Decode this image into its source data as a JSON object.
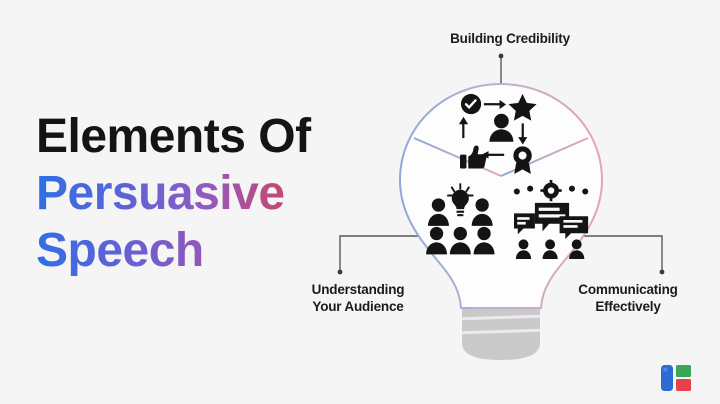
{
  "slide": {
    "background_color": "#f5f5f6",
    "title": {
      "line1": "Elements Of",
      "line2": "Persuasive",
      "line3": "Speech",
      "line1_color": "#141414",
      "gradient_start": "#2f6fe4",
      "gradient_end": "#e8394a"
    },
    "diagram": {
      "shape": "lightbulb",
      "segments": 3,
      "outline_gradient_left": "#8fa8d8",
      "outline_gradient_right": "#e6a3b6",
      "base_color": "#c9c9c9",
      "connector_color": "#5a5a5a",
      "icon_color": "#141414",
      "items": [
        {
          "id": "building-credibility",
          "label": "Building Credibility",
          "label_line1": "Building Credibility",
          "label_line2": "",
          "icon": "credibility-cycle-icon",
          "position": "top"
        },
        {
          "id": "understanding-your-audience",
          "label": "Understanding Your Audience",
          "label_line1": "Understanding",
          "label_line2": "Your Audience",
          "icon": "audience-idea-icon",
          "position": "bottom-left"
        },
        {
          "id": "communicating-effectively",
          "label": "Communicating Effectively",
          "label_line1": "Communicating",
          "label_line2": "Effectively",
          "icon": "communication-network-icon",
          "position": "bottom-right"
        }
      ]
    },
    "logo": {
      "name": "slides-logo",
      "blue": "#2c6ad4",
      "green": "#3aa757",
      "red": "#e8414a"
    }
  }
}
